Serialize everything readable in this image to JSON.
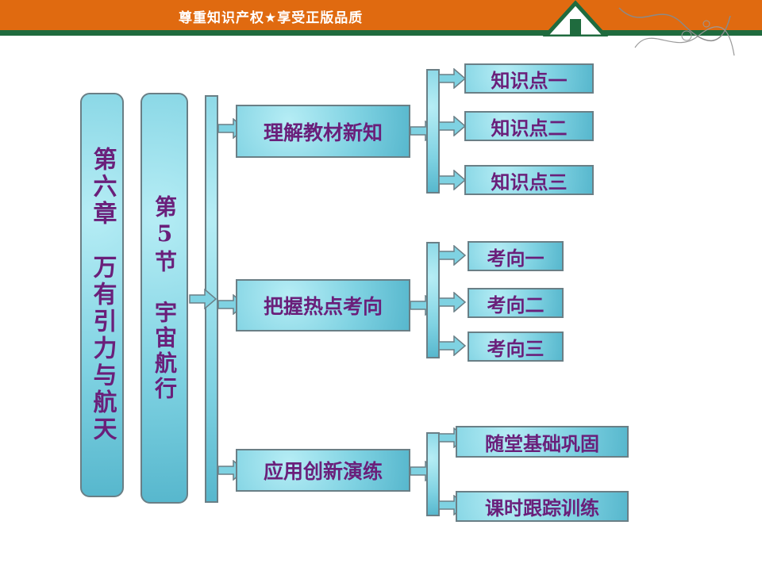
{
  "header": {
    "slogan": "尊重知识产权★享受正版品质"
  },
  "diagram": {
    "chapter": "第六章　万有引力与航天",
    "section": "第5节　宇宙航行",
    "branches": [
      {
        "label": "理解教材新知",
        "children": [
          "知识点一",
          "知识点二",
          "知识点三"
        ]
      },
      {
        "label": "把握热点考向",
        "children": [
          "考向一",
          "考向二",
          "考向三"
        ]
      },
      {
        "label": "应用创新演练",
        "children": [
          "随堂基础巩固",
          "课时跟踪训练"
        ]
      }
    ]
  },
  "colors": {
    "header_orange": "#e06a10",
    "header_green": "#1f6b3e",
    "box_fill": "#7fd2e2",
    "text_purple": "#6a1f7a"
  }
}
